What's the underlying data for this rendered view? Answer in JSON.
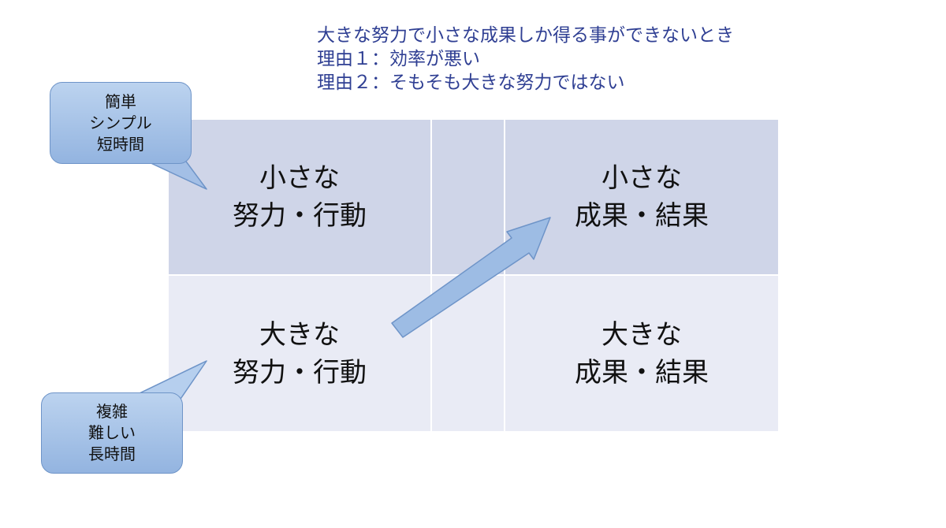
{
  "heading": {
    "line1": "大きな努力で小さな成果しか得る事ができないとき",
    "line2": "理由１：効率が悪い",
    "line3": "理由２：そもそも大きな努力ではない"
  },
  "matrix": {
    "top_left": {
      "line1": "小さな",
      "line2": "努力・行動"
    },
    "top_right": {
      "line1": "小さな",
      "line2": "成果・結果"
    },
    "bottom_left": {
      "line1": "大きな",
      "line2": "努力・行動"
    },
    "bottom_right": {
      "line1": "大きな",
      "line2": "成果・結果"
    }
  },
  "callout_small": {
    "line1": "簡単",
    "line2": "シンプル",
    "line3": "短時間"
  },
  "callout_large": {
    "line1": "複雑",
    "line2": "難しい",
    "line3": "長時間"
  },
  "colors": {
    "heading_text": "#2f3f93",
    "top_row_fill": "#cfd5e8",
    "bottom_row_fill": "#e9ebf5",
    "callout_fill": "#a7c2e7",
    "callout_border": "#6e94c8",
    "arrow_fill": "#9dbce4"
  }
}
